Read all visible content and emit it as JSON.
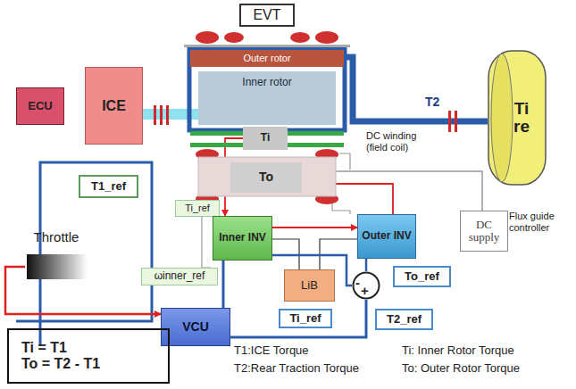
{
  "diagram": {
    "nodes": [
      {
        "text": [
          "EVT"
        ]
      },
      {
        "text": [
          "Outer rotor"
        ]
      },
      {
        "text": [
          "Inner rotor"
        ]
      },
      {
        "text": [
          "Ti"
        ]
      },
      {
        "text": [
          "To"
        ]
      },
      {
        "text": [
          "ECU"
        ]
      },
      {
        "text": [
          "ICE"
        ]
      },
      {
        "text": [
          "Tire"
        ]
      },
      {
        "text": [
          "T1_ref"
        ]
      },
      {
        "text": [
          "Ti_ref"
        ]
      },
      {
        "text": [
          "Inner INV"
        ]
      },
      {
        "text": [
          "Outer INV"
        ]
      },
      {
        "text": [
          "DC supply"
        ]
      },
      {
        "text": [
          "Throttle"
        ]
      },
      {
        "text": [
          "ωinner_ref"
        ]
      },
      {
        "text": [
          "LiB"
        ]
      },
      {
        "text": [
          "-",
          "+"
        ]
      },
      {
        "text": [
          "To_ref"
        ]
      },
      {
        "text": [
          "VCU"
        ]
      },
      {
        "text": [
          "Ti_ref"
        ]
      },
      {
        "text": [
          "T2_ref"
        ]
      },
      {
        "text": [
          "Ti  =  T1",
          "To = T2 - T1"
        ]
      }
    ],
    "edges": [
      {
        "from": 6,
        "to": 2,
        "arrow": "none"
      },
      {
        "from": 1,
        "to": 7,
        "label": "T2",
        "arrow": "none"
      },
      {
        "from": 3,
        "to": 10,
        "arrow": "to"
      },
      {
        "from": 11,
        "to": 4,
        "arrow": "to"
      },
      {
        "from": 12,
        "to": 4,
        "arrow": "none"
      },
      {
        "from": 10,
        "to": 11,
        "arrow": "to"
      },
      {
        "from": 15,
        "to": 10,
        "arrow": "none"
      },
      {
        "from": 15,
        "to": 11,
        "arrow": "none"
      },
      {
        "from": 10,
        "to": 16,
        "arrow": "none"
      },
      {
        "from": 16,
        "to": 11,
        "arrow": "none"
      },
      {
        "from": 18,
        "to": 5,
        "arrow": "none"
      },
      {
        "from": 13,
        "to": 18,
        "arrow": "to"
      },
      {
        "from": 18,
        "to": 10,
        "arrow": "none"
      },
      {
        "from": 18,
        "to": 16,
        "arrow": "none"
      }
    ],
    "labels": [
      "DC winding (field coil)",
      "Flux guide controller",
      "T1:ICE Torque",
      "T2:Rear Traction Torque",
      "Ti: Inner Rotor Torque",
      "To: Outer Rotor Torque"
    ]
  }
}
